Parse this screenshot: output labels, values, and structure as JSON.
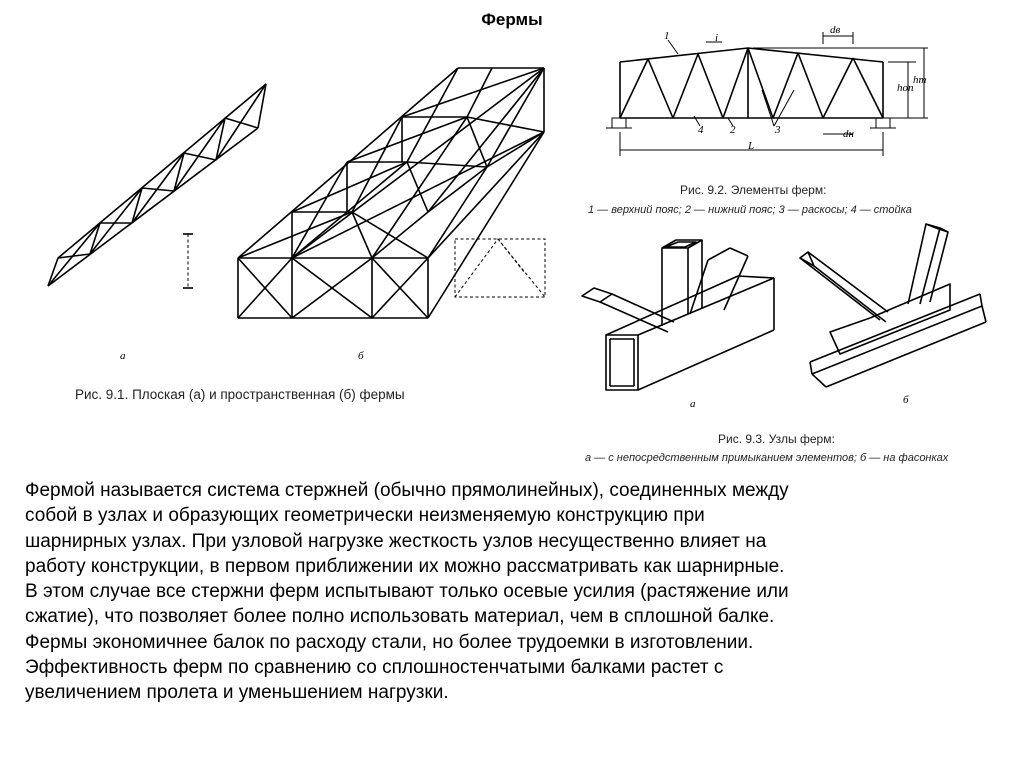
{
  "title": "Фермы",
  "fig1": {
    "caption": "Рис. 9.1. Плоская (а) и пространственная (б) фермы",
    "label_a": "а",
    "label_b": "б"
  },
  "fig2": {
    "caption_title": "Рис. 9.2. Элементы ферм:",
    "caption_legend": "1 — верхний пояс; 2 — нижний пояс; 3 — раскосы; 4 — стойка",
    "labels": {
      "n1": "1",
      "n2": "2",
      "n3": "3",
      "n4": "4",
      "i": "i",
      "L": "L",
      "d_top": "dв",
      "d_bot": "dн",
      "h_op": "hоп",
      "h_m": "hm"
    }
  },
  "fig3": {
    "caption_title": "Рис. 9.3. Узлы ферм:",
    "caption_legend": "а — с непосредственным примыканием элементов; б — на фасонках",
    "label_a": "а",
    "label_b": "б"
  },
  "body": {
    "lines": [
      "Фермой называется система стержней (обычно прямолинейных), соединенных между",
      "собой в узлах и образующих геометрически неизменяемую конструкцию при",
      "шарнирных узлах. При узловой нагрузке жесткость узлов несущественно влияет на",
      "работу конструкции, в первом приближении их можно рассматривать как шарнирные.",
      "В этом случае все стержни ферм испытывают только осевые усилия (растяжение или",
      "сжатие), что позволяет более полно использовать материал, чем в сплошной балке.",
      "Фермы экономичнее балок по расходу стали, но более трудоемки в изготовлении.",
      "Эффективность ферм по сравнению со сплошностенчатыми балками растет с",
      "увеличением пролета и уменьшением нагрузки."
    ]
  }
}
